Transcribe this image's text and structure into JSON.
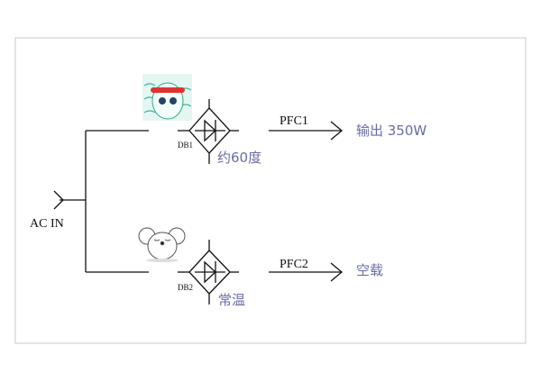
{
  "input_label": "AC IN",
  "colors": {
    "note": "#6b6ba8",
    "line": "#111111",
    "frame": "#c8c8c8"
  },
  "branches": [
    {
      "bridge": "DB1",
      "note": "约60度",
      "pfc": "PFC1",
      "output": "输出 350W",
      "icon": "hot-character-icon"
    },
    {
      "bridge": "DB2",
      "note": "常温",
      "pfc": "PFC2",
      "output": "空载",
      "icon": "mouse-character-icon"
    }
  ]
}
